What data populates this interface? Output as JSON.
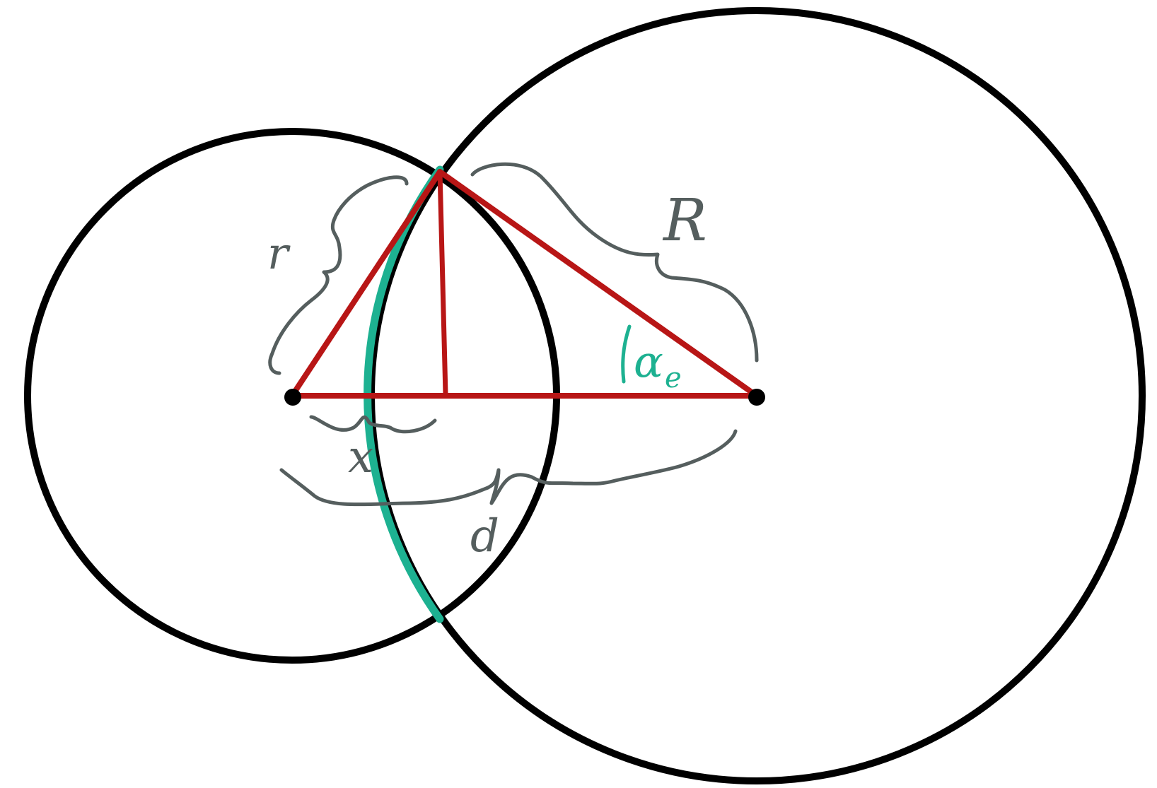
{
  "labels": {
    "small_radius": "r",
    "large_radius": "R",
    "distance_to_chord": "x",
    "center_distance": "d",
    "angle_alpha": "α",
    "angle_subscript": "e"
  },
  "colors": {
    "circle_stroke": "#000000",
    "triangle_stroke": "#b81616",
    "lens_arc": "#1db191",
    "annotation": "#555e5e",
    "background": "#ffffff"
  }
}
